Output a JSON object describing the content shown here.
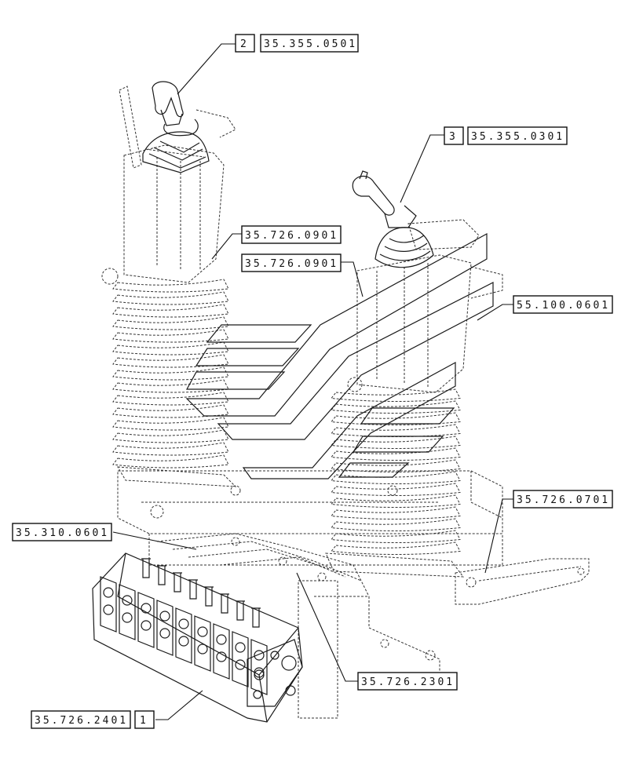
{
  "labels": {
    "l1": {
      "num": "2",
      "code": "35.355.0501"
    },
    "l2": {
      "num": "3",
      "code": "35.355.0301"
    },
    "l3": {
      "code": "35.726.0901"
    },
    "l4": {
      "code": "35.726.0901"
    },
    "l5": {
      "code": "55.100.0601"
    },
    "l6": {
      "code": "35.726.0701"
    },
    "l7": {
      "code": "35.310.0601"
    },
    "l8": {
      "code": "35.726.2301"
    },
    "l9": {
      "code": "35.726.2401",
      "num": "1"
    }
  },
  "colors": {
    "ink": "#1a1a1a",
    "background": "#ffffff"
  }
}
